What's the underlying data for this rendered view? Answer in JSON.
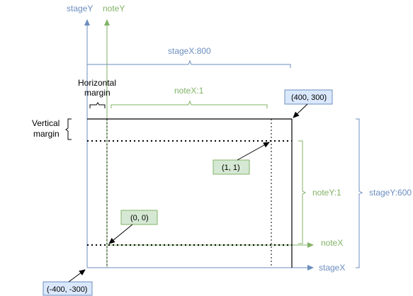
{
  "colors": {
    "stage_blue": "#6c8ebf",
    "note_green": "#82b366",
    "blue_box_fill": "#dae8fc",
    "green_box_fill": "#d5e8d4",
    "line_black": "#000000"
  },
  "axes": {
    "stage_y": "stageY",
    "note_y": "noteY",
    "stage_x": "stageX",
    "note_x": "noteX"
  },
  "dimensions": {
    "stage_x": "stageX:800",
    "note_x": "noteX:1",
    "note_y": "noteY:1",
    "stage_y": "stageY:600",
    "horizontal_margin_line1": "Horizontal",
    "horizontal_margin_line2": "margin",
    "vertical_margin_line1": "Vertical",
    "vertical_margin_line2": "margin"
  },
  "points": {
    "stage_top_right": "(400, 300)",
    "stage_bottom_left": "(-400, -300)",
    "note_one_one": "(1, 1)",
    "note_origin": "(0, 0)"
  }
}
